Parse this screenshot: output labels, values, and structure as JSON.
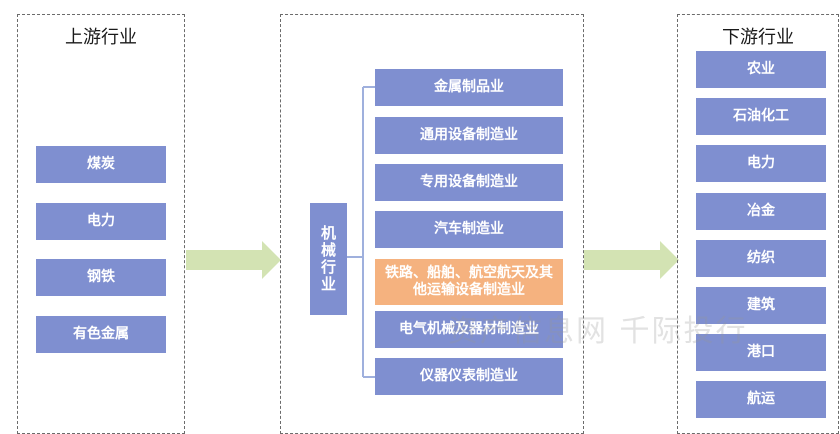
{
  "upstream": {
    "title": "上游行业",
    "items": [
      "煤炭",
      "电力",
      "钢铁",
      "有色金属"
    ]
  },
  "middle": {
    "title": "机械行业",
    "items": [
      "金属制品业",
      "通用设备制造业",
      "专用设备制造业",
      "汽车制造业",
      "铁路、船舶、航空航天及其他运输设备制造业",
      "电气机械及器材制造业",
      "仪器仪表制造业"
    ],
    "highlight_index": 4
  },
  "downstream": {
    "title": "下游行业",
    "items": [
      "农业",
      "石油化工",
      "电力",
      "冶金",
      "纺织",
      "建筑",
      "港口",
      "航运"
    ]
  },
  "watermark": "资产信息网 千际投行",
  "colors": {
    "box": "#7f8fd0",
    "highlight": "#f5b27f",
    "arrow": "#d3e3b3",
    "connector": "#9fb0dd"
  }
}
